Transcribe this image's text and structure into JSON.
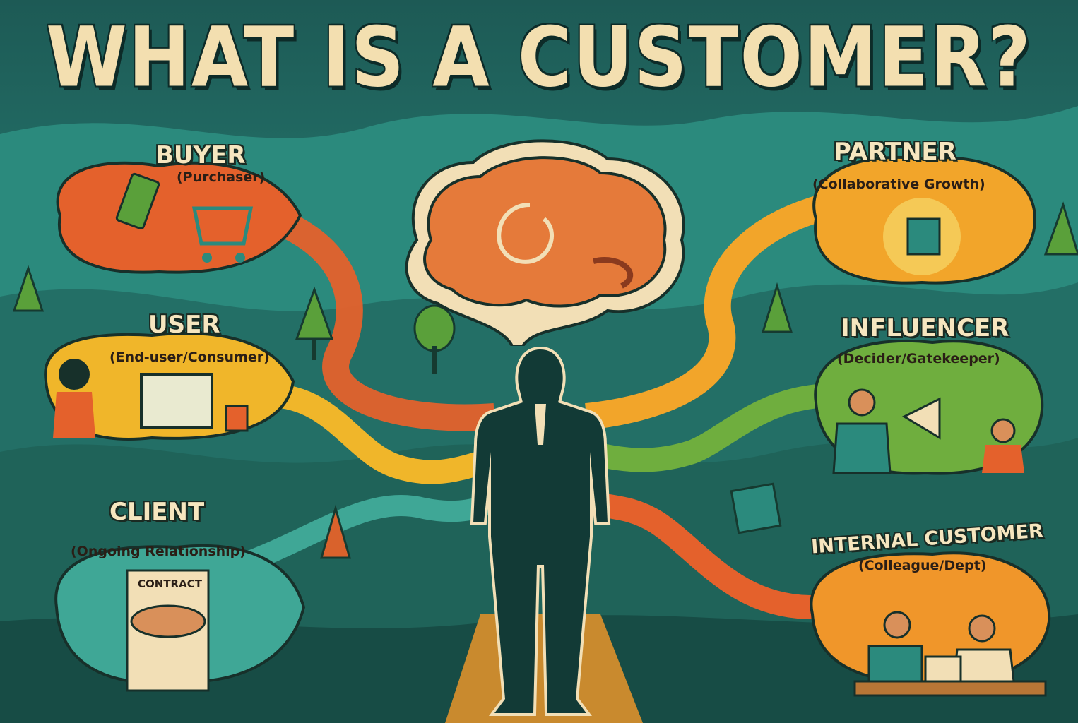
{
  "title": "WHAT IS A CUSTOMER?",
  "center": {
    "figure": "customer-silhouette",
    "thought": "brain-with-spiral"
  },
  "categories": [
    {
      "id": "buyer",
      "label": "BUYER",
      "sub": "(Purchaser)",
      "color": "#e4612c",
      "icons": [
        "money-hand-icon",
        "shopping-cart-icon"
      ]
    },
    {
      "id": "user",
      "label": "USER",
      "sub": "(End-user/Consumer)",
      "color": "#f0b62a",
      "icons": [
        "woman-computer-icon",
        "coffee-mug-icon"
      ]
    },
    {
      "id": "client",
      "label": "CLIENT",
      "sub": "(Ongoing Relationship)",
      "color": "#3fa796",
      "icons": [
        "contract-icon",
        "handshake-icon"
      ],
      "contract_label": "CONTRACT"
    },
    {
      "id": "partner",
      "label": "PARTNER",
      "sub": "(Collaborative Growth)",
      "color": "#f2a52a",
      "icons": [
        "puzzle-hands-icon"
      ]
    },
    {
      "id": "influencer",
      "label": "INFLUENCER",
      "sub": "(Decider/Gatekeeper)",
      "color": "#6fae3e",
      "icons": [
        "megaphone-icon",
        "audience-icon"
      ]
    },
    {
      "id": "internal",
      "label": "INTERNAL CUSTOMER",
      "sub": "(Colleague/Dept)",
      "color": "#f0962a",
      "icons": [
        "colleagues-meeting-icon"
      ]
    }
  ],
  "colors": {
    "background": "#1f5e58",
    "title": "#f3dfb0",
    "path": "#d9902e",
    "silhouette": "#123a36"
  }
}
